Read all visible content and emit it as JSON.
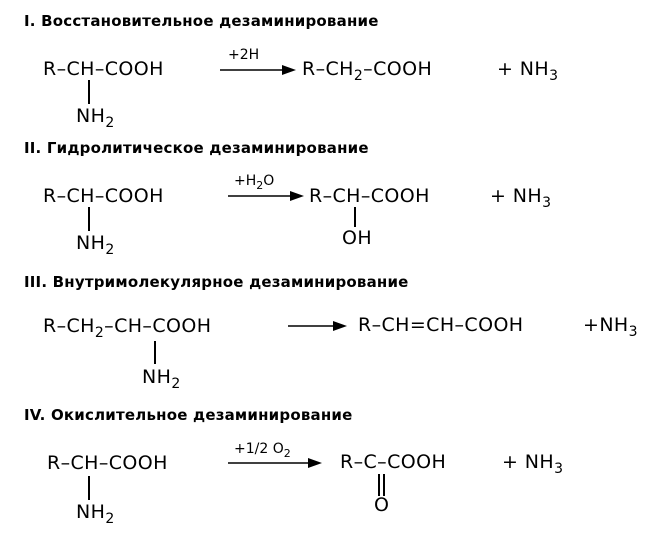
{
  "sections": [
    {
      "title": "I. Восстановительное дезаминирование",
      "reactant": "R–CH–COOH",
      "reactant_sub": "NH",
      "reactant_sub_index": "2",
      "condition": "+2H",
      "product_prefix": "R–CH",
      "product_index": "2",
      "product_suffix": "–COOH",
      "byproduct": "+ NH",
      "byproduct_index": "3"
    },
    {
      "title": "II. Гидролитическое дезаминирование",
      "reactant": "R–CH–COOH",
      "reactant_sub": "NH",
      "reactant_sub_index": "2",
      "condition_prefix": "+H",
      "condition_index": "2",
      "condition_suffix": "O",
      "product": "R–CH–COOH",
      "product_sub": "OH",
      "byproduct": "+ NH",
      "byproduct_index": "3"
    },
    {
      "title": "III. Внутримолекулярное дезаминирование",
      "reactant_prefix": "R–CH",
      "reactant_index": "2",
      "reactant_suffix": "–CH–COOH",
      "reactant_sub": "NH",
      "reactant_sub_index": "2",
      "product": "R–CH=CH–COOH",
      "byproduct": "+NH",
      "byproduct_index": "3"
    },
    {
      "title": "IV. Окислительное дезаминирование",
      "reactant": "R–CH–COOH",
      "reactant_sub": "NH",
      "reactant_sub_index": "2",
      "condition_prefix": "+1/2 O",
      "condition_index": "2",
      "product": "R–C–COOH",
      "product_sub": "O",
      "byproduct": "+ NH",
      "byproduct_index": "3"
    }
  ]
}
